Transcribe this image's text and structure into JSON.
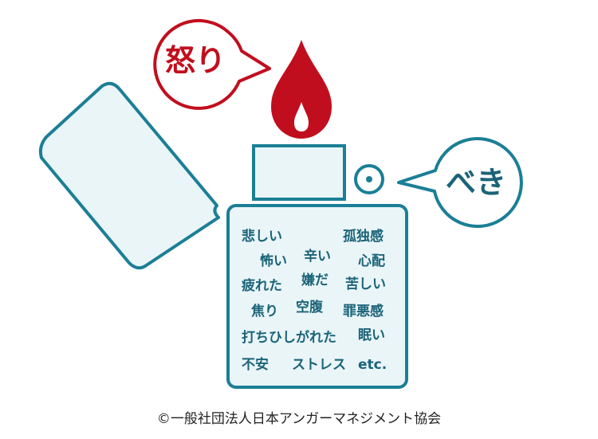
{
  "colors": {
    "teal": "#1b7f96",
    "red": "#c10e1e",
    "lid_fill": "#eaf5f8",
    "text_dark": "#1b6478",
    "credit_text": "#222222"
  },
  "callouts": {
    "anger": "怒り",
    "should": "べき"
  },
  "emotions": {
    "sad": "悲しい",
    "lonely": "孤独感",
    "scary": "怖い",
    "painful": "辛い",
    "worry": "心配",
    "tired": "疲れた",
    "dislike": "嫌だ",
    "suffering": "苦しい",
    "impatient": "焦り",
    "hungry": "空腹",
    "guilt": "罪悪感",
    "crushed": "打ちひしがれた",
    "sleepy": "眠い",
    "uneasy": "不安",
    "stress": "ストレス",
    "etc": "etc."
  },
  "credit": "©一般社団法人日本アンガーマネジメント協会"
}
